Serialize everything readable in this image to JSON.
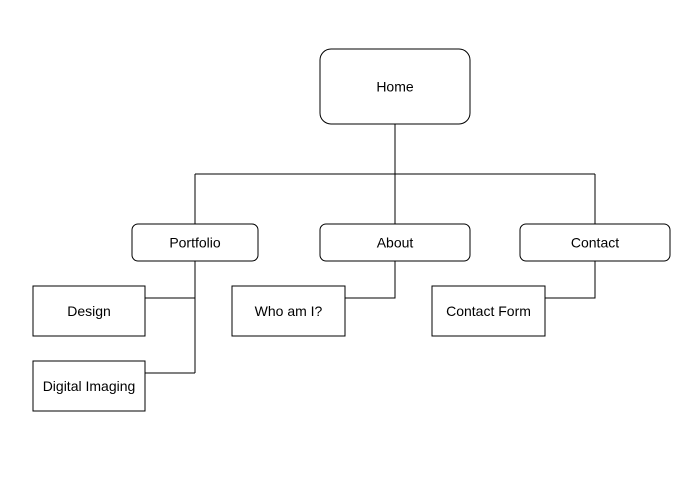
{
  "diagram": {
    "nodes": {
      "home": "Home",
      "portfolio": "Portfolio",
      "about": "About",
      "contact": "Contact",
      "design": "Design",
      "digital_imaging": "Digital Imaging",
      "who_am_i": "Who am I?",
      "contact_form": "Contact Form"
    },
    "edges": [
      [
        "home",
        "portfolio"
      ],
      [
        "home",
        "about"
      ],
      [
        "home",
        "contact"
      ],
      [
        "portfolio",
        "design"
      ],
      [
        "portfolio",
        "digital_imaging"
      ],
      [
        "about",
        "who_am_i"
      ],
      [
        "contact",
        "contact_form"
      ]
    ],
    "colors": {
      "stroke": "#000000",
      "fill": "#ffffff",
      "text": "#000000"
    }
  }
}
